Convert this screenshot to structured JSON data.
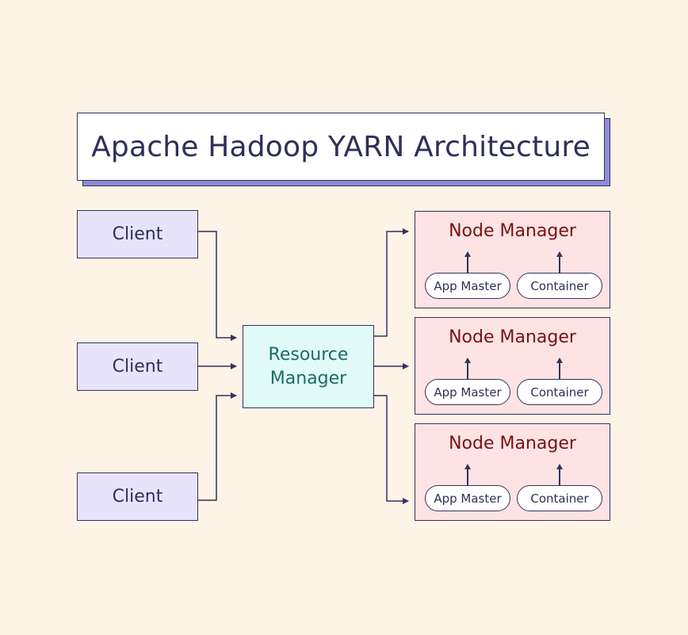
{
  "title": "Apache Hadoop YARN Architecture",
  "clients": [
    {
      "label": "Client"
    },
    {
      "label": "Client"
    },
    {
      "label": "Client"
    }
  ],
  "resource_manager": {
    "line1": "Resource",
    "line2": "Manager"
  },
  "node_managers": [
    {
      "title": "Node Manager",
      "app_master": "App Master",
      "container": "Container"
    },
    {
      "title": "Node Manager",
      "app_master": "App Master",
      "container": "Container"
    },
    {
      "title": "Node Manager",
      "app_master": "App Master",
      "container": "Container"
    }
  ],
  "colors": {
    "background": "#fdf3e6",
    "title_shadow": "#8f8cd6",
    "client_fill": "#e6e3fb",
    "resource_manager_fill": "#e0fbf8",
    "resource_manager_text": "#1c6b67",
    "node_manager_fill": "#fde3e4",
    "node_manager_text": "#7a1212",
    "stroke": "#33335a"
  }
}
